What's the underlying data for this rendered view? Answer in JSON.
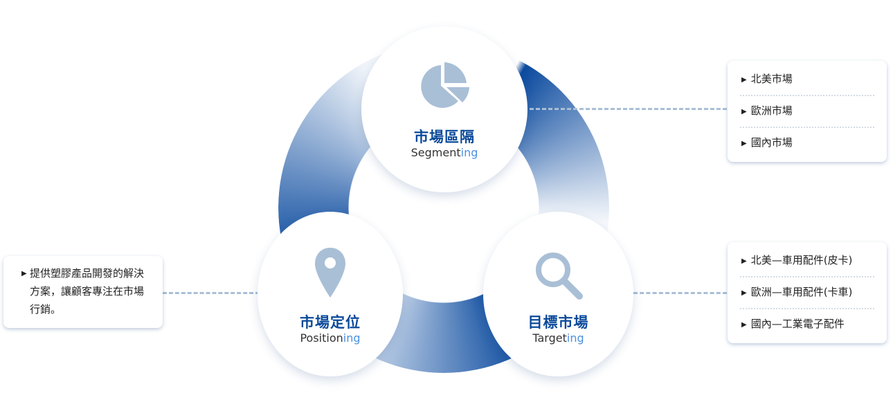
{
  "segments": [
    {
      "title": "市場區隔",
      "sub_main": "Segment",
      "sub_hl": "ing",
      "icon": "pie-chart-icon"
    },
    {
      "title": "市場定位",
      "sub_main": "Position",
      "sub_hl": "ing",
      "icon": "map-pin-icon"
    },
    {
      "title": "目標市場",
      "sub_main": "Target",
      "sub_hl": "ing",
      "icon": "search-icon"
    }
  ],
  "segmenting_list": [
    "北美市場",
    "歐洲市場",
    "國內市場"
  ],
  "targeting_list": [
    "北美—車用配件(皮卡)",
    "歐洲—車用配件(卡車)",
    "國內—工業電子配件"
  ],
  "positioning_text": "提供塑膠產品開發的解決方案，讓顧客專注在市場行銷。",
  "colors": {
    "accent": "#0a4a9a",
    "icon": "#a9bfd6",
    "highlight": "#4a90e2"
  }
}
